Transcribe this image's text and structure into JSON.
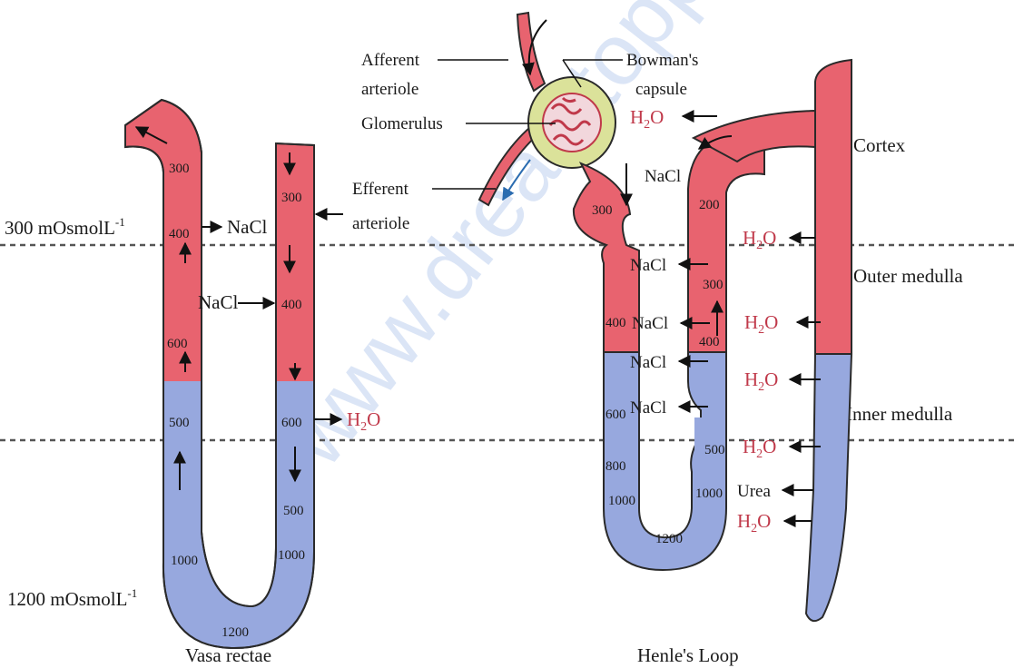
{
  "watermark": "www.dreamtopper.",
  "zones": {
    "cortex": "Cortex",
    "outer_medulla": "Outer medulla",
    "inner_medulla": "Inner medulla"
  },
  "osmolarity": {
    "top_label": "300 mOsmolL",
    "top_sup": "-1",
    "bottom_label": "1200 mOsmolL",
    "bottom_sup": "-1"
  },
  "vasa_rectae": {
    "caption": "Vasa rectae",
    "left_values": [
      "300",
      "400",
      "600",
      "500",
      "1000"
    ],
    "bottom_value": "1200",
    "right_values": [
      "300",
      "400",
      "600",
      "500",
      "1000"
    ],
    "nacl_out": "NaCl",
    "nacl_in": "NaCl",
    "h2o_out": "H",
    "h2o_sub": "2",
    "h2o_tail": "O"
  },
  "nephron": {
    "caption": "Henle's Loop",
    "afferent": [
      "Afferent",
      "arteriole"
    ],
    "efferent": [
      "Efferent",
      "arteriole"
    ],
    "glomerulus": "Glomerulus",
    "bowman": [
      "Bowman's",
      "capsule"
    ],
    "desc_values": [
      "300",
      "400",
      "600",
      "800",
      "1000"
    ],
    "bottom_value": "1200",
    "asc_values": [
      "200",
      "300",
      "400",
      "500",
      "1000"
    ],
    "nacl_labels": [
      "NaCl",
      "NaCl",
      "NaCl",
      "NaCl",
      "NaCl"
    ],
    "urea": "Urea",
    "h2o": "H",
    "h2o_sub": "2",
    "h2o_tail": "O"
  }
}
